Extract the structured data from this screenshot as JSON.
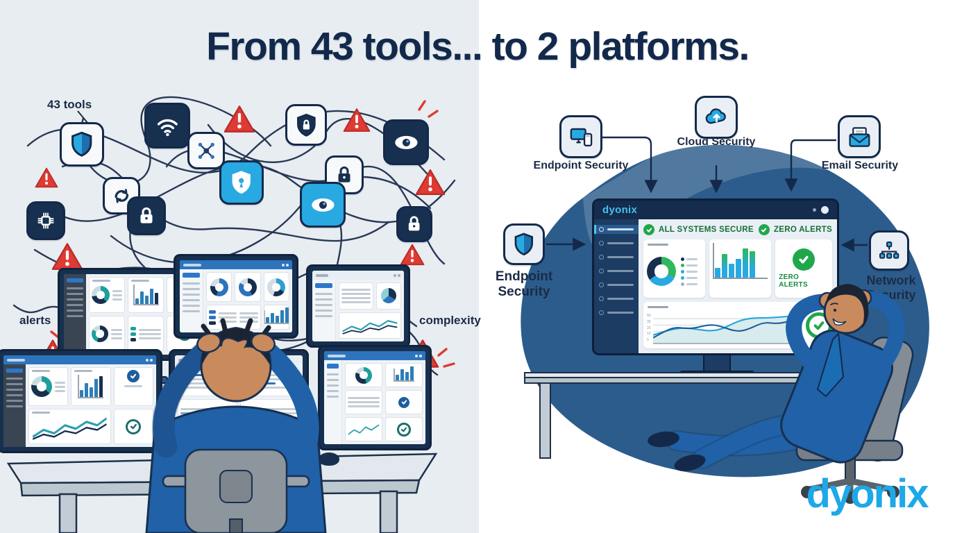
{
  "title": "From 43 tools... to 2 platforms.",
  "left": {
    "tools_label": "43 tools",
    "alerts_label": "alerts",
    "complexity_label": "complexity"
  },
  "right": {
    "callouts": {
      "endpoint_top": "Endpoint Security",
      "cloud": "Cloud Security",
      "email": "Email Security",
      "endpoint_side": "Endpoint Security",
      "network": "Network Security"
    },
    "dashboard": {
      "brand": "dyonix",
      "status_main": "ALL SYSTEMS SECURE",
      "status_side": "ZERO ALERTS",
      "zero_alerts_card": "ZERO ALERTS",
      "line_ticks": [
        "50",
        "30",
        "20",
        "10",
        "0"
      ]
    },
    "logo": "dyonix"
  },
  "colors": {
    "navy": "#14294a",
    "bright_blue": "#29a9e1",
    "green": "#21a74b",
    "alert_red": "#dd3b33",
    "blob_blue": "#2b5c8c",
    "logo_blue": "#1da9e8"
  }
}
